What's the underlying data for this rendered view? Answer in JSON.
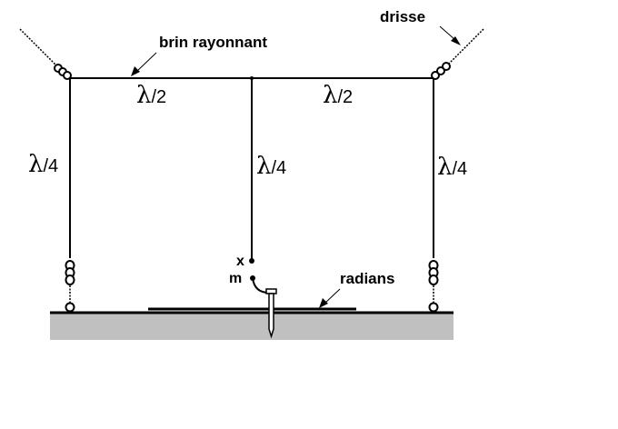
{
  "labels": {
    "drisse": "drisse",
    "brin": "brin rayonnant",
    "radians": "radians",
    "x": "x",
    "m": "m"
  },
  "lambda": {
    "symbol": "λ",
    "half": "/2",
    "quarter": "/4"
  },
  "colors": {
    "line": "#000000",
    "ground": "#c0c0c0",
    "background": "#ffffff"
  }
}
